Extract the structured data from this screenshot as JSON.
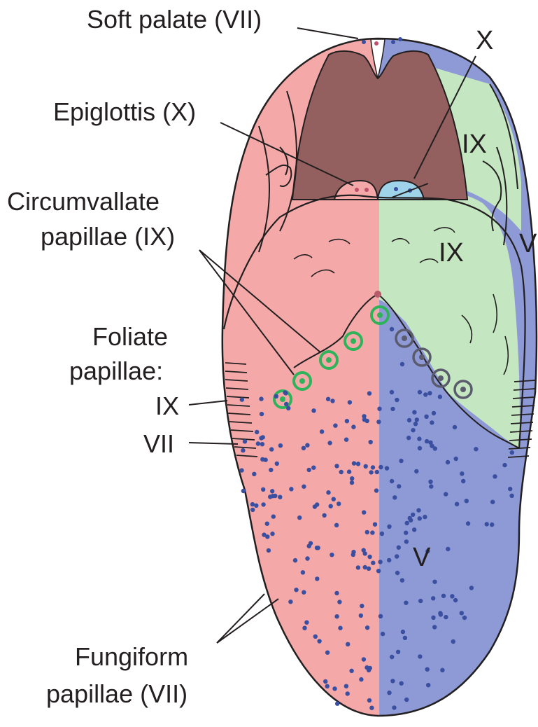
{
  "labels": {
    "soft_palate": "Soft palate (VII)",
    "epiglottis": "Epiglottis (X)",
    "circumvallate_line1": "Circumvallate",
    "circumvallate_line2": "papillae (IX)",
    "foliate_line1": "Foliate",
    "foliate_line2": "papillae:",
    "foliate_ix": "IX",
    "foliate_vii": "VII",
    "fungiform_line1": "Fungiform",
    "fungiform_line2": "papillae (VII)"
  },
  "regions": {
    "x": "X",
    "ix_upper": "IX",
    "ix_middle": "IX",
    "v_edge": "V",
    "v_main": "V"
  },
  "colors": {
    "vii_pink": "#f4a9a8",
    "v_blue": "#8e9ad6",
    "ix_green": "#c4e6c0",
    "throat_brown": "#93605f",
    "outline": "#231f20",
    "dot_blue": "#3a4fa0",
    "circumvallate_green": "#2fb35a",
    "circumvallate_gray": "#5b5b6e"
  }
}
